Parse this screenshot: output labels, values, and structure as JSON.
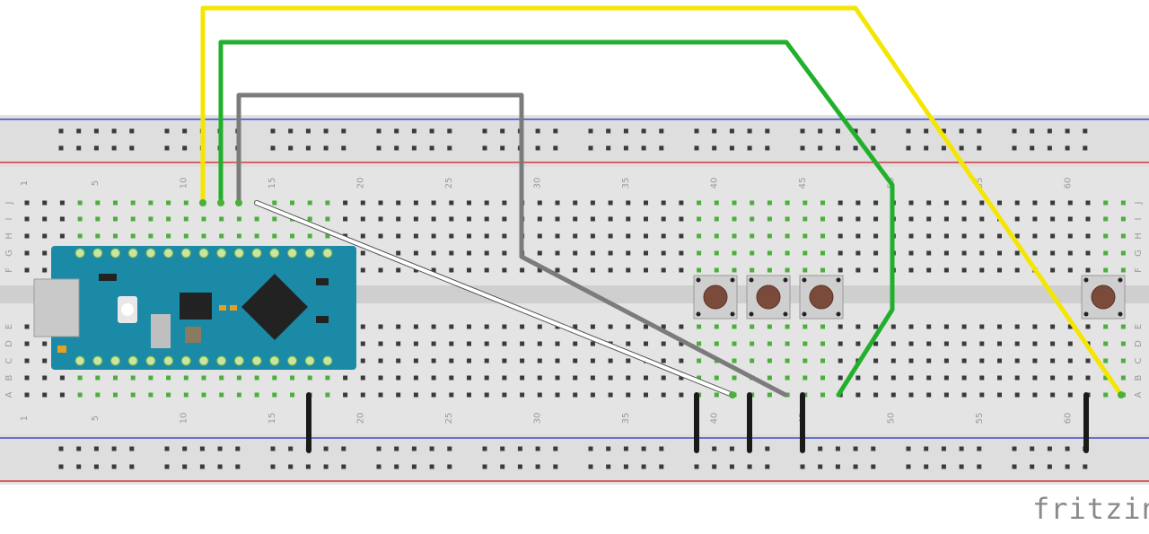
{
  "app": {
    "watermark": "fritzing"
  },
  "breadboard": {
    "column_numbers": [
      "1",
      "5",
      "10",
      "15",
      "20",
      "25",
      "30",
      "35",
      "40",
      "45",
      "50",
      "55",
      "60"
    ],
    "row_letters_top": [
      "J",
      "I",
      "H",
      "G",
      "F"
    ],
    "row_letters_bottom": [
      "E",
      "D",
      "C",
      "B",
      "A"
    ]
  },
  "components": {
    "arduino": {
      "name": "arduino-nano"
    },
    "buttons": [
      "pushbutton-1",
      "pushbutton-2",
      "pushbutton-3",
      "pushbutton-4"
    ]
  },
  "wires": [
    {
      "name": "yellow-wire",
      "color": "#f4e600"
    },
    {
      "name": "green-wire",
      "color": "#22b02c"
    },
    {
      "name": "gray-wire",
      "color": "#7b7b7b"
    },
    {
      "name": "white-wire",
      "color": "#ffffff"
    },
    {
      "name": "ground-wire",
      "color": "#1a1a1a"
    }
  ],
  "colors": {
    "board": "#e4e4e4",
    "rail_red": "#d23c3c",
    "rail_blue": "#3c4fd2",
    "arduino_pcb": "#1a8aa6",
    "connected_hole": "#4caf3b"
  }
}
